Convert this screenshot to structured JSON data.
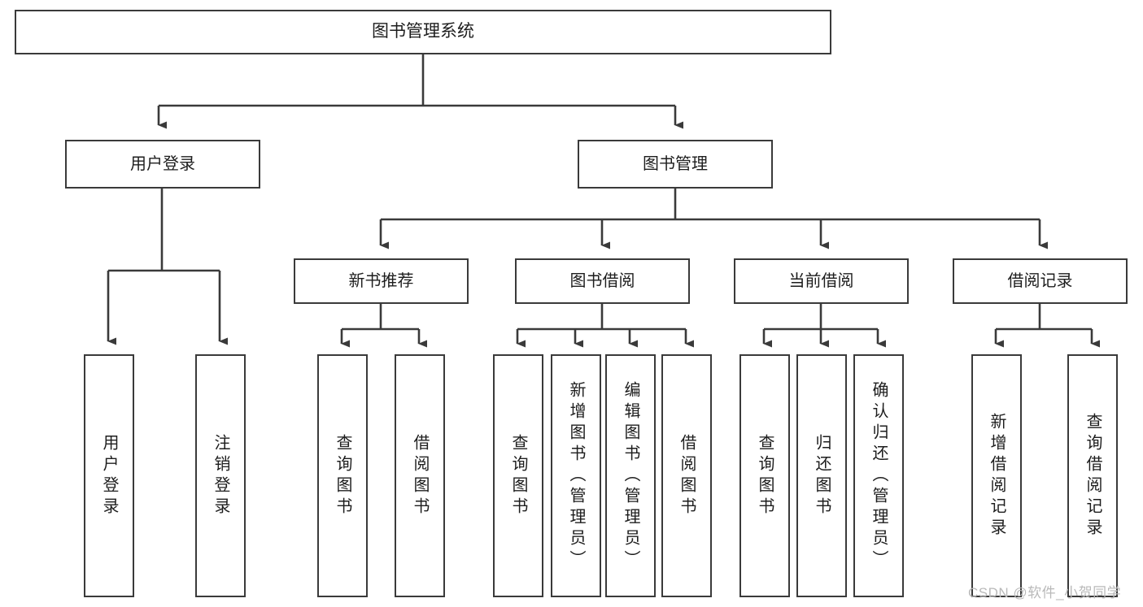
{
  "diagram": {
    "title": "图书管理系统",
    "type": "hierarchy-tree",
    "root": {
      "label": "图书管理系统"
    },
    "level2": [
      {
        "id": "user-login",
        "label": "用户登录"
      },
      {
        "id": "book-manage",
        "label": "图书管理"
      }
    ],
    "level3": [
      {
        "id": "new-book-rec",
        "label": "新书推荐"
      },
      {
        "id": "book-borrow",
        "label": "图书借阅"
      },
      {
        "id": "current-borrow",
        "label": "当前借阅"
      },
      {
        "id": "borrow-record",
        "label": "借阅记录"
      }
    ],
    "leaves": {
      "user_login": [
        {
          "id": "leaf-user-login",
          "label": "用户登录"
        },
        {
          "id": "leaf-logout-login",
          "label": "注销登录"
        }
      ],
      "new_book_rec": [
        {
          "id": "leaf-query-book-1",
          "label": "查询图书"
        },
        {
          "id": "leaf-borrow-book-1",
          "label": "借阅图书"
        }
      ],
      "book_borrow": [
        {
          "id": "leaf-query-book-2",
          "label": "查询图书"
        },
        {
          "id": "leaf-add-book-admin",
          "label": "新增图书（管理员）"
        },
        {
          "id": "leaf-edit-book-admin",
          "label": "编辑图书（管理员）"
        },
        {
          "id": "leaf-borrow-book-2",
          "label": "借阅图书"
        }
      ],
      "current_borrow": [
        {
          "id": "leaf-query-book-3",
          "label": "查询图书"
        },
        {
          "id": "leaf-return-book",
          "label": "归还图书"
        },
        {
          "id": "leaf-confirm-return-admin",
          "label": "确认归还（管理员）"
        }
      ],
      "borrow_record": [
        {
          "id": "leaf-add-borrow-record",
          "label": "新增借阅记录"
        },
        {
          "id": "leaf-query-borrow-record",
          "label": "查询借阅记录"
        }
      ]
    },
    "watermark": "CSDN @软件_小贺同学",
    "colors": {
      "stroke": "#3a3a3a",
      "box_fill": "#ffffff",
      "text": "#1d1d1d",
      "watermark": "#b9b9b9",
      "background": "#ffffff"
    }
  }
}
